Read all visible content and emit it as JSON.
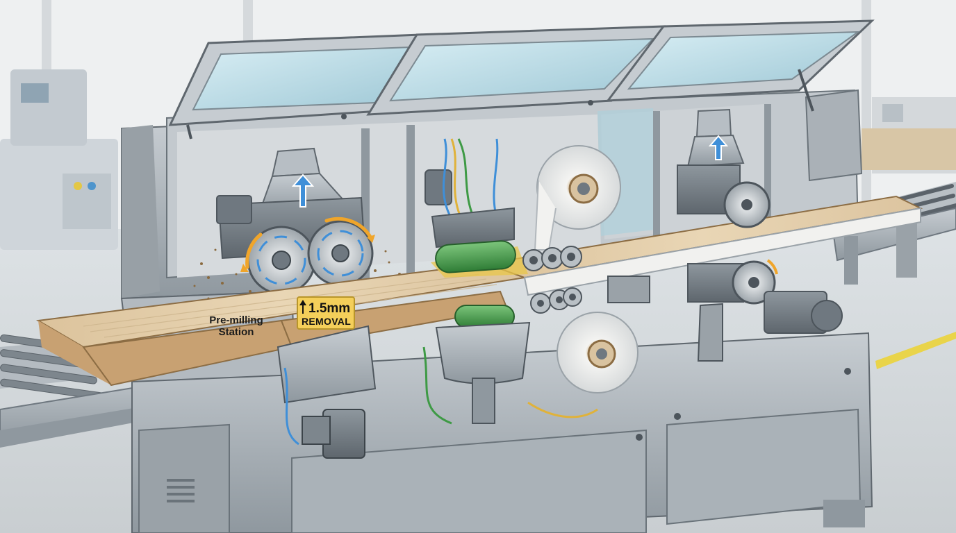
{
  "labels": {
    "station": [
      "Pre-milling",
      "Station"
    ],
    "removal_amount": "1.5mm",
    "removal_word": "REMOVAL"
  },
  "colors": {
    "background": "#dfe3e6",
    "machine_steel": "#a9b1b8",
    "machine_dark": "#6f7880",
    "glass": "#bfe0ea",
    "board_wood": "#e3cda8",
    "board_core": "#c8a172",
    "callout_yellow": "#f4cf5a",
    "glue_roller_green": "#3e9a45",
    "arrow_blue": "#3f8fd8",
    "arrow_orange": "#f0a52a",
    "floor_line_yellow": "#e9d44a"
  },
  "icons": [
    "dust-extraction-arrow-icon",
    "rotation-arrow-icon",
    "dimension-arrow-icon"
  ]
}
